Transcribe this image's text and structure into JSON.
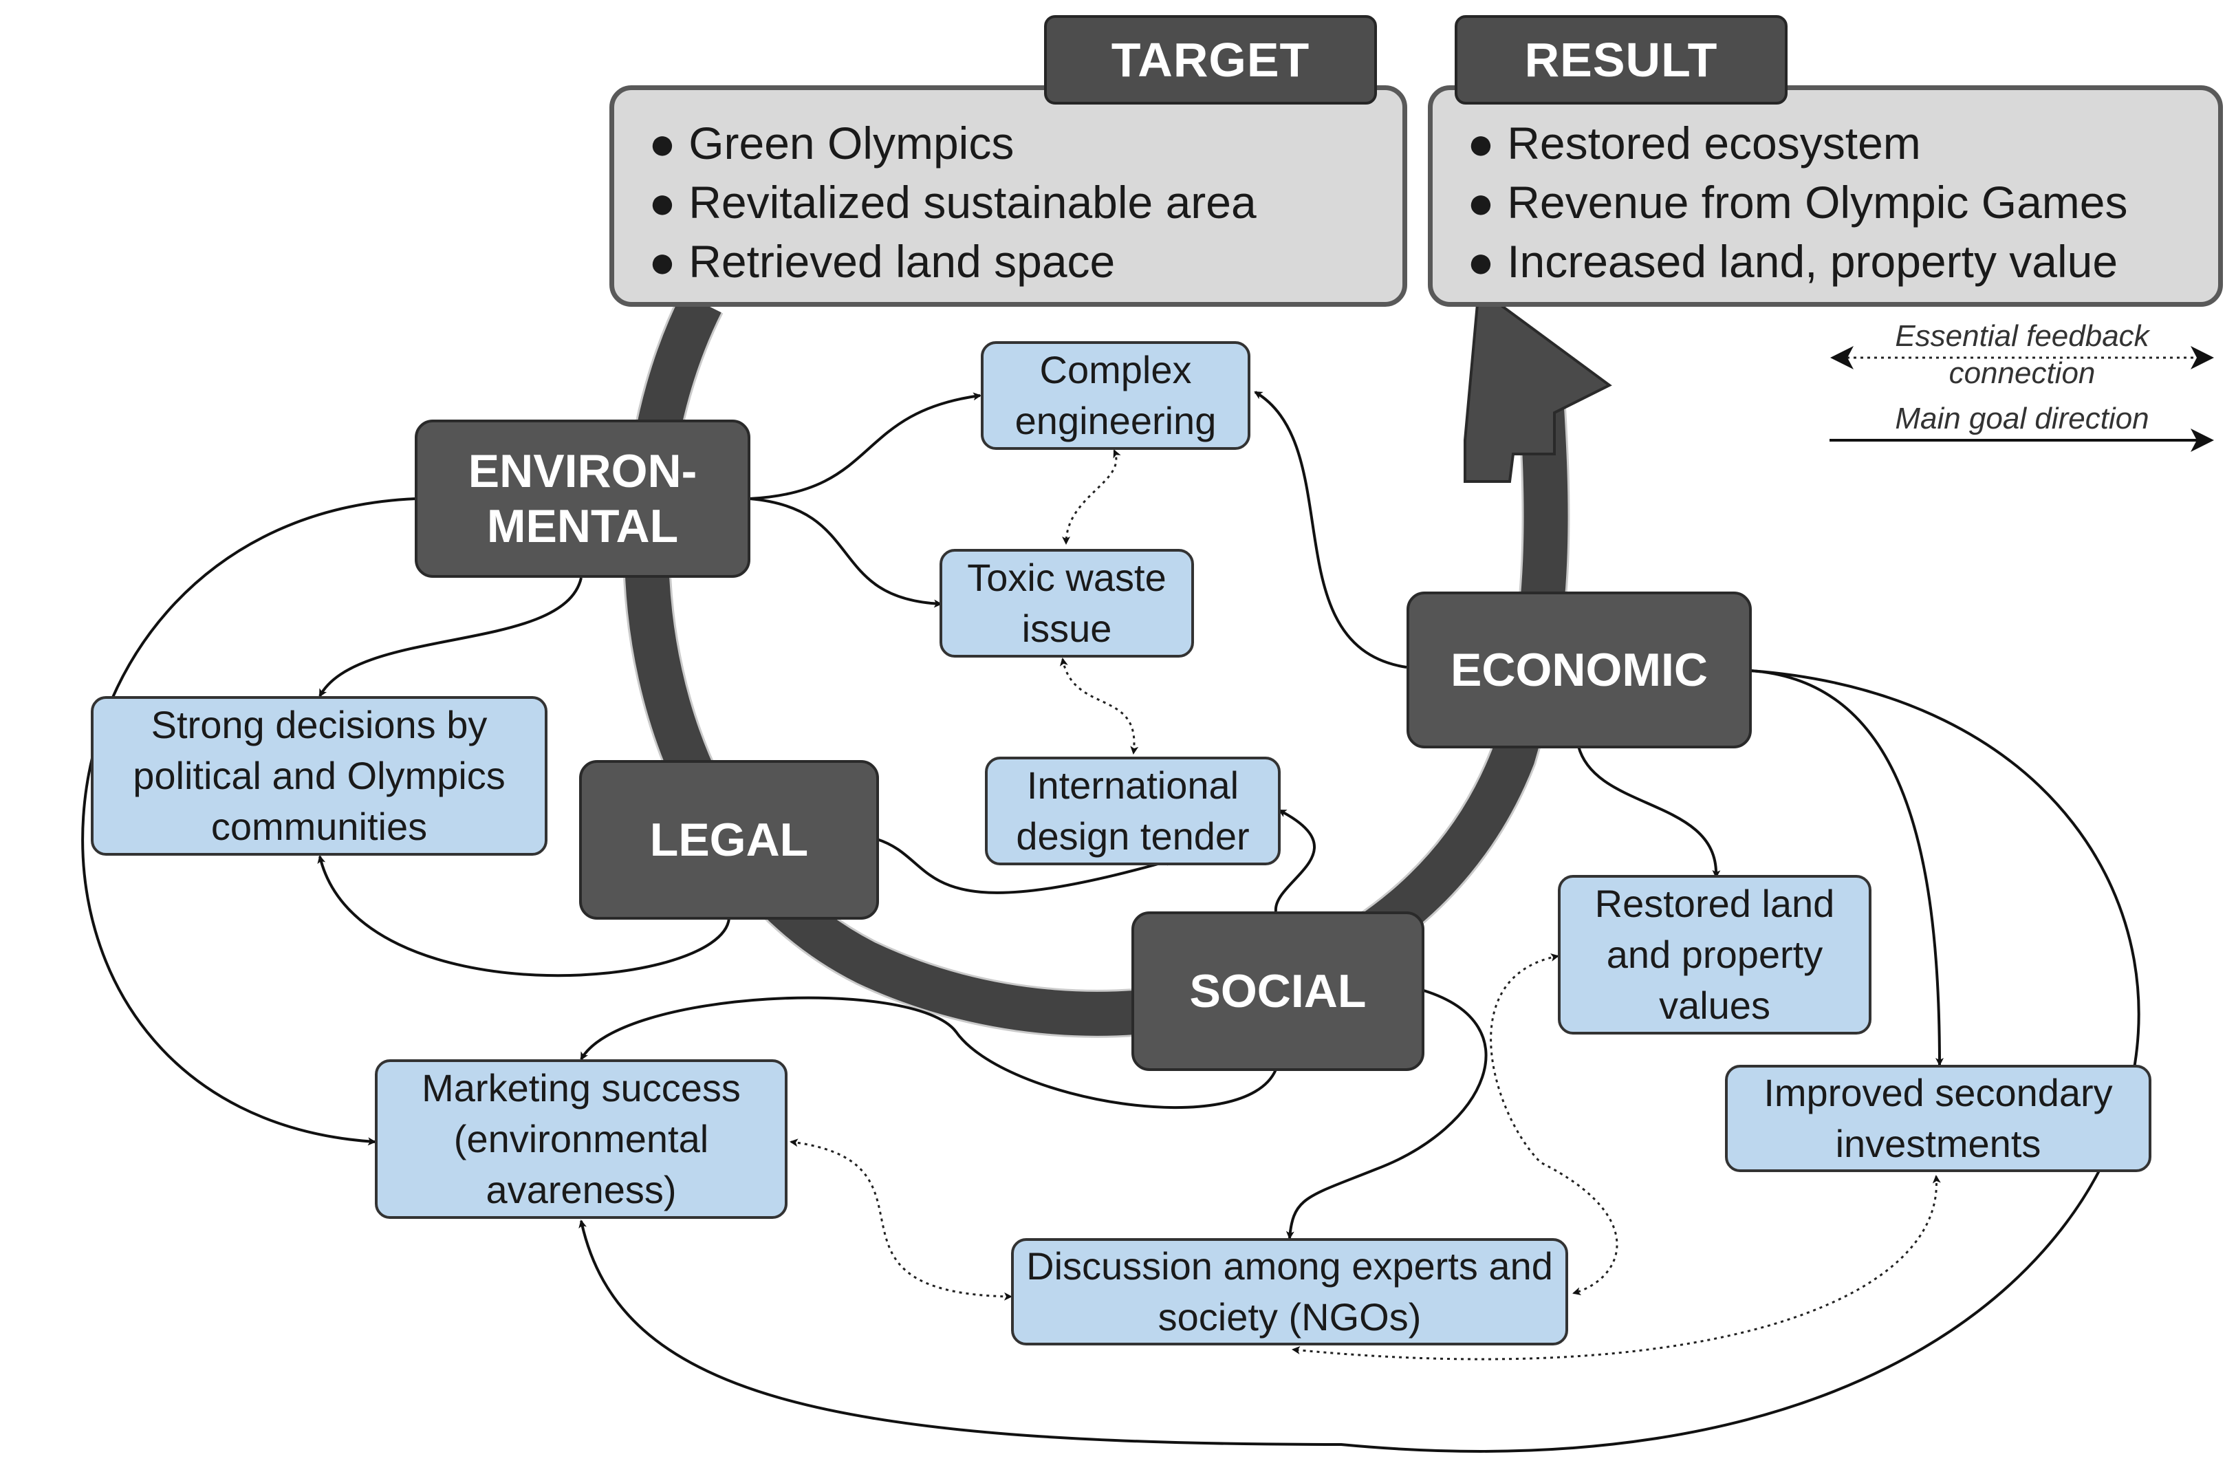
{
  "target": {
    "header": "TARGET",
    "items": [
      "● Green Olympics",
      "● Revitalized sustainable area",
      "● Retrieved land space"
    ]
  },
  "result": {
    "header": "RESULT",
    "items": [
      "● Restored ecosystem",
      "● Revenue from Olympic Games",
      "● Increased land, property value"
    ]
  },
  "pillars": {
    "environmental": "ENVIRON-\nMENTAL",
    "legal": "LEGAL",
    "social": "SOCIAL",
    "economic": "ECONOMIC"
  },
  "nodes": {
    "complex_engineering": "Complex engineering",
    "toxic_waste": "Toxic waste issue",
    "international_tender": "International design tender",
    "strong_decisions": "Strong decisions by political and Olympics communities",
    "marketing_success": "Marketing success (environmental avareness)",
    "discussion": "Discussion among experts and society (NGOs)",
    "restored_land": "Restored land and property values",
    "secondary_investments": "Improved secondary investments"
  },
  "legend": {
    "feedback": "Essential feedback connection",
    "main_goal": "Main goal direction"
  },
  "colors": {
    "node_fill": "#bdd7ee",
    "pillar_fill": "#555555",
    "panel_fill": "#d9d9d9",
    "ring": "#4a4a4a"
  }
}
